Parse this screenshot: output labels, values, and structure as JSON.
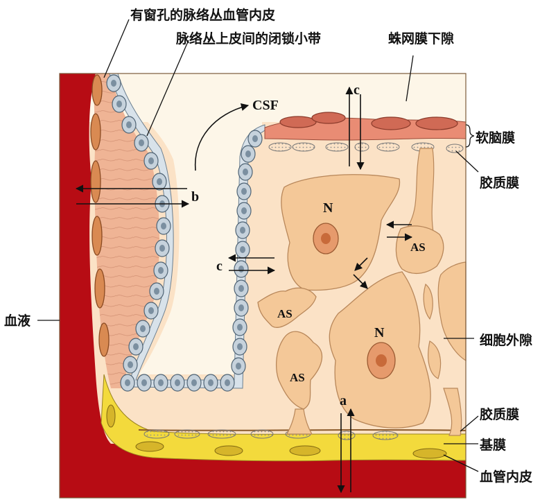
{
  "labels": {
    "fenestrated_endothelium": "有窗孔的脉络丛血管内皮",
    "tight_junction": "脉络丛上皮间的闭锁小带",
    "subarachnoid_space": "蛛网膜下隙",
    "pia_mater": "软脑膜",
    "glial_membrane_top": "胶质膜",
    "blood": "血液",
    "extracellular_space": "细胞外隙",
    "glial_membrane_bottom": "胶质膜",
    "basement_membrane": "基膜",
    "vascular_endothelium": "血管内皮"
  },
  "inline": {
    "csf": "CSF",
    "route_a": "a",
    "route_b": "b",
    "route_c_left": "c",
    "route_c_top": "c",
    "neuron_1": "N",
    "neuron_2": "N",
    "astrocyte_1": "AS",
    "astrocyte_2": "AS",
    "astrocyte_3": "AS"
  },
  "colors": {
    "blood": "#b70c14",
    "tissue": "#fbe2c6",
    "csf_space": "#fdf6e8",
    "epithelium": "#c6d2dc",
    "endothelium": "#f3da3c",
    "pia": "#e98c74",
    "cell": "#f4c898",
    "nucleus": "#e69a6c"
  }
}
